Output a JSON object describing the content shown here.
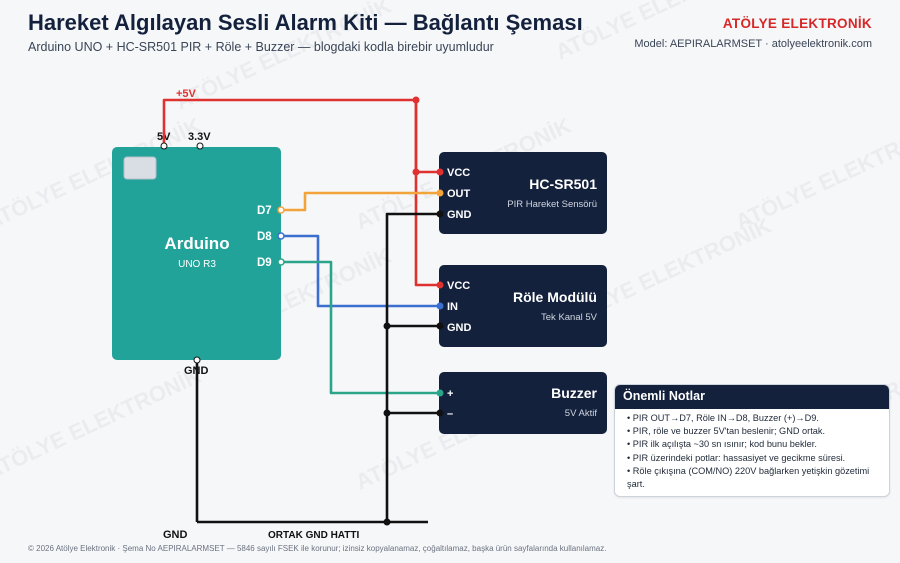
{
  "header": {
    "title": "Hareket Algılayan Sesli Alarm Kiti — Bağlantı Şeması",
    "subtitle": "Arduino UNO + HC-SR501 PIR + Röle + Buzzer — blogdaki kodla birebir uyumludur",
    "brand": "ATÖLYE ELEKTRONİK",
    "model": "Model: AEPIRALARMSET · atolyeelektronik.com"
  },
  "watermark": "ATÖLYE ELEKTRONİK",
  "arduino": {
    "name": "Arduino",
    "model": "UNO R3",
    "pins": {
      "v5": "5V",
      "v33": "3.3V",
      "d7": "D7",
      "d8": "D8",
      "d9": "D9",
      "gnd": "GND"
    }
  },
  "rail_label": "+5V",
  "modules": {
    "pir": {
      "title": "HC-SR501",
      "subtitle": "PIR Hareket Sensörü",
      "pins": [
        "VCC",
        "OUT",
        "GND"
      ]
    },
    "relay": {
      "title": "Röle Modülü",
      "subtitle": "Tek Kanal 5V",
      "pins": [
        "VCC",
        "IN",
        "GND"
      ]
    },
    "buzzer": {
      "title": "Buzzer",
      "subtitle": "5V Aktif",
      "pins": [
        "+",
        "–"
      ]
    }
  },
  "ground": {
    "label_left": "GND",
    "label_rail": "ORTAK GND HATTI"
  },
  "notes": {
    "title": "Önemli Notlar",
    "items": [
      "PIR OUT→D7, Röle IN→D8, Buzzer (+)→D9.",
      "PIR, röle ve buzzer 5V'tan beslenir; GND ortak.",
      "PIR ilk açılışta ~30 sn ısınır; kod bunu bekler.",
      "PIR üzerindeki potlar: hassasiyet ve gecikme süresi.",
      "Röle çıkışına (COM/NO) 220V bağlarken yetişkin gözetimi şart."
    ]
  },
  "footer": "© 2026 Atölye Elektronik · Şema No AEPIRALARMSET — 5846 sayılı FSEK ile korunur; izinsiz kopyalanamaz, çoğaltılamaz, başka ürün sayfalarında kullanılamaz.",
  "colors": {
    "navy": "#14213d",
    "teal": "#22a39a",
    "red": "#e03131",
    "orange": "#f2a33a",
    "blue": "#3a6fd0",
    "green": "#2aa58a",
    "black": "#111111"
  }
}
